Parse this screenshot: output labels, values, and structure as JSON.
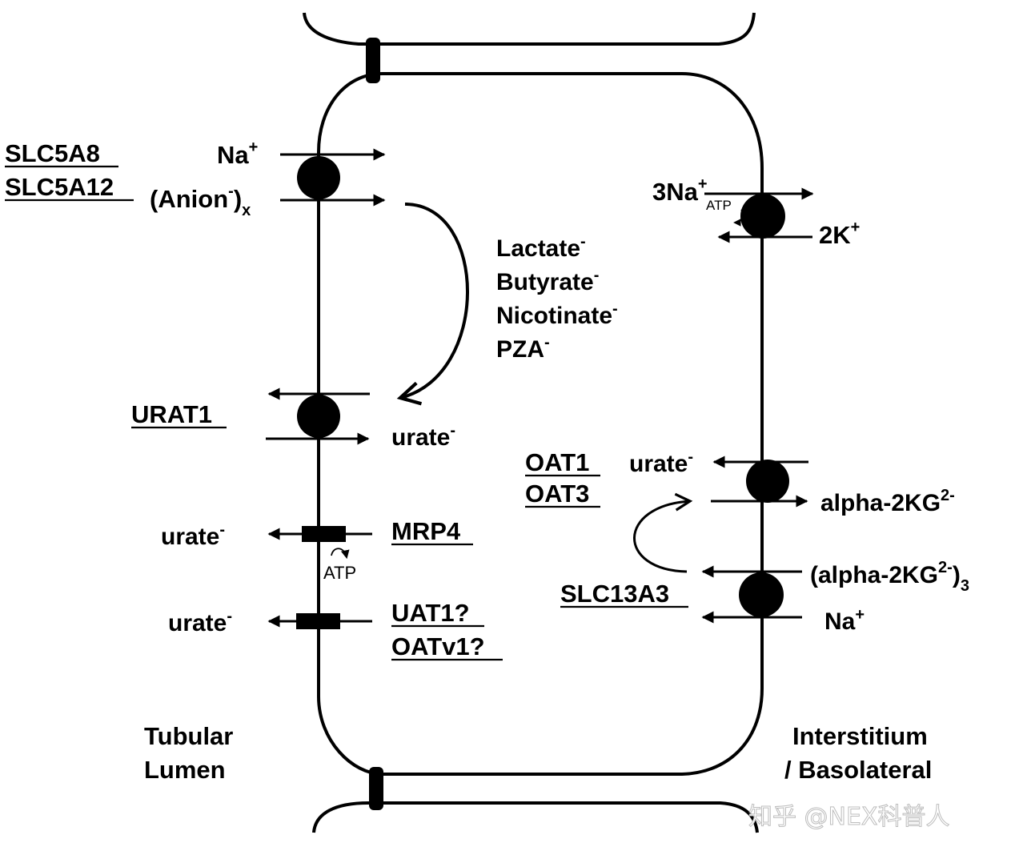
{
  "transporters": {
    "slc5a8": "SLC5A8",
    "slc5a12": "SLC5A12",
    "urat1": "URAT1",
    "mrp4": "MRP4",
    "uat1": "UAT1?",
    "oatv1": "OATv1?",
    "oat1": "OAT1",
    "oat3": "OAT3",
    "slc13a3": "SLC13A3"
  },
  "ions": {
    "na": "Na",
    "na_charge": "+",
    "anion": "(Anion",
    "anion_charge": "-",
    "anion_close": ")",
    "anion_sub": "x",
    "three_na": "3Na",
    "three_na_charge": "+",
    "two_k": "2K",
    "two_k_charge": "+",
    "atp": "ATP",
    "na_basal": "Na",
    "na_basal_charge": "+"
  },
  "anions_list": [
    {
      "name": "Lactate",
      "charge": "-"
    },
    {
      "name": "Butyrate",
      "charge": "-"
    },
    {
      "name": "Nicotinate",
      "charge": "-"
    },
    {
      "name": "PZA",
      "charge": "-"
    }
  ],
  "urate": {
    "name": "urate",
    "charge": "-"
  },
  "alpha_kg": {
    "name": "alpha-2KG",
    "charge": "2-",
    "tri_open": "(alpha-2KG",
    "tri_charge": "2-",
    "tri_close": ")",
    "tri_sub": "3"
  },
  "regions": {
    "lumen_line1": "Tubular",
    "lumen_line2": "Lumen",
    "interstitium_line1": "Interstitium",
    "interstitium_line2": "/ Basolateral"
  },
  "watermark": "知乎 @NEX科普人"
}
